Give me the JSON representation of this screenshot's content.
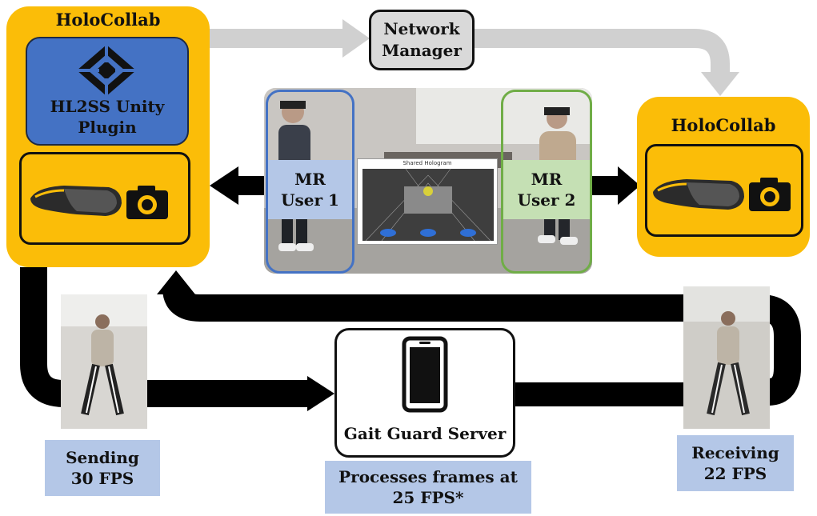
{
  "left_app": {
    "title": "HoloCollab",
    "plugin_label": "HL2SS Unity\nPlugin"
  },
  "right_app": {
    "title": "HoloCollab"
  },
  "network_manager": {
    "label": "Network\nManager"
  },
  "users": [
    {
      "label": "MR\nUser 1",
      "frame_color": "#4472c4",
      "label_bg": "#b4c7e7"
    },
    {
      "label": "MR\nUser 2",
      "frame_color": "#70ad47",
      "label_bg": "#c5e0b4"
    }
  ],
  "scene": {
    "inset_caption": "Shared Hologram"
  },
  "server": {
    "label": "Gait Guard Server"
  },
  "sending": {
    "label": "Sending\n30 FPS"
  },
  "processing": {
    "label": "Processes frames at\n25 FPS*"
  },
  "receiving": {
    "label": "Receiving\n22 FPS"
  },
  "colors": {
    "holocollab": "#fbbd08",
    "plugin": "#4472c4",
    "network_manager": "#d9d9d9",
    "fps_label": "#b4c7e7",
    "arrow_gray": "#d0d0d0",
    "arrow_black": "#000000"
  },
  "icons": [
    "unity-logo-icon",
    "headset-icon",
    "camera-icon",
    "smartphone-icon"
  ]
}
